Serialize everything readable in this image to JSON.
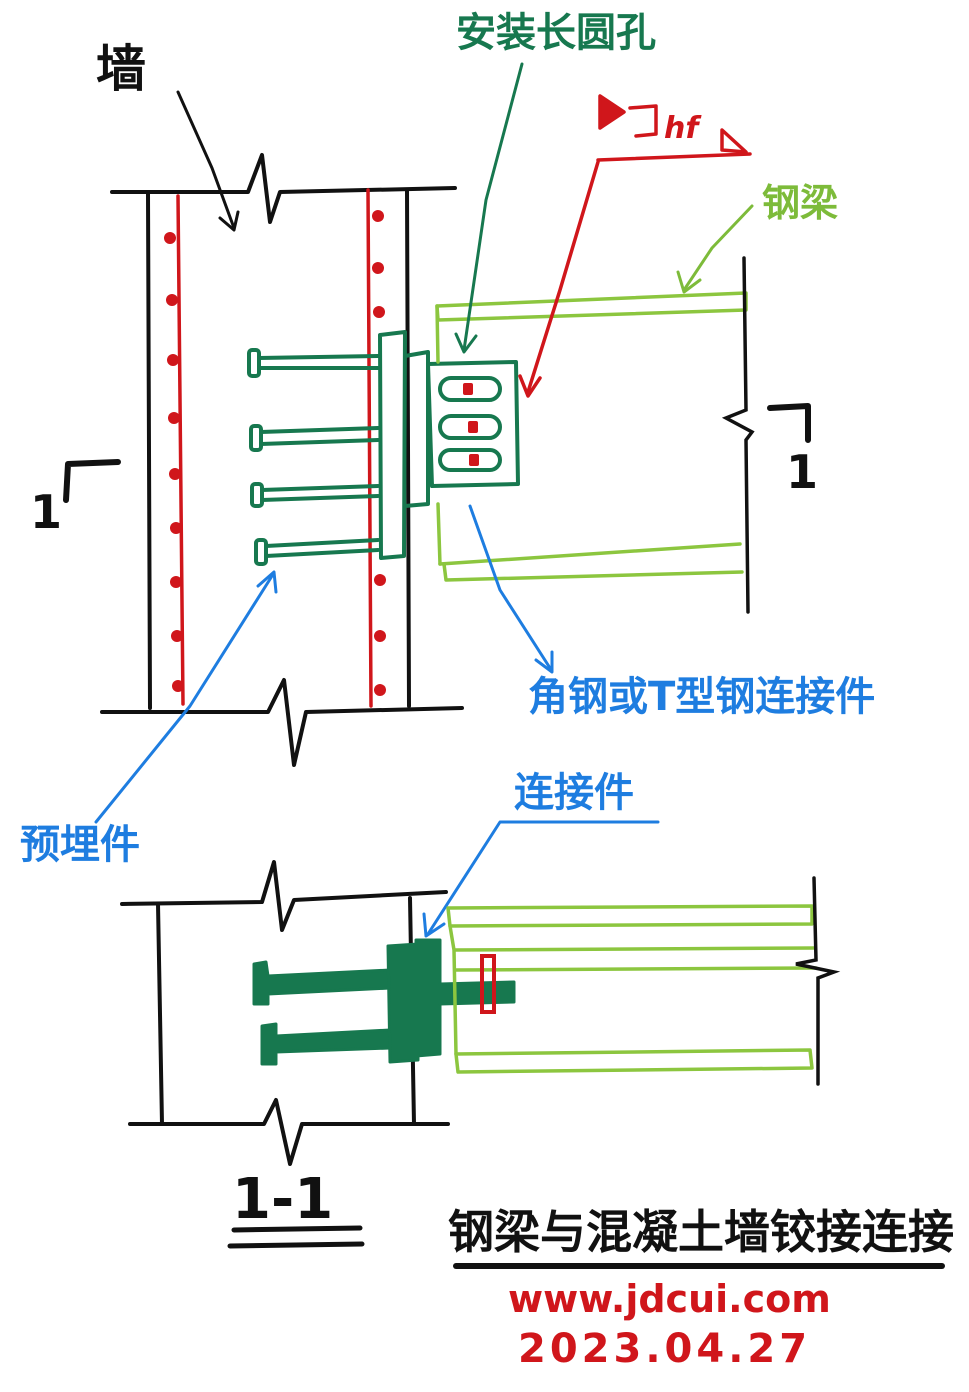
{
  "labels": {
    "wall": "墙",
    "install_slot_hole": "安装长圆孔",
    "weld_symbol_text": "hf",
    "steel_beam": "钢梁",
    "section_mark_left": "1",
    "section_mark_right": "1",
    "angle_or_t_connector": "角钢或T型钢连接件",
    "embedded_part": "预埋件",
    "connector": "连接件",
    "section_title": "1-1",
    "drawing_title": "钢梁与混凝土墙铰接连接",
    "website": "www.jdcui.com",
    "date": "2023.04.27"
  },
  "colors": {
    "wall_line": "#111111",
    "rebar": "#d0161b",
    "embed": "#17784f",
    "beam": "#8cc63f",
    "annotation_blue": "#1e7de0",
    "annotation_green": "#17784f",
    "annotation_red": "#d0161b",
    "annotation_lime": "#7dbb3a"
  }
}
